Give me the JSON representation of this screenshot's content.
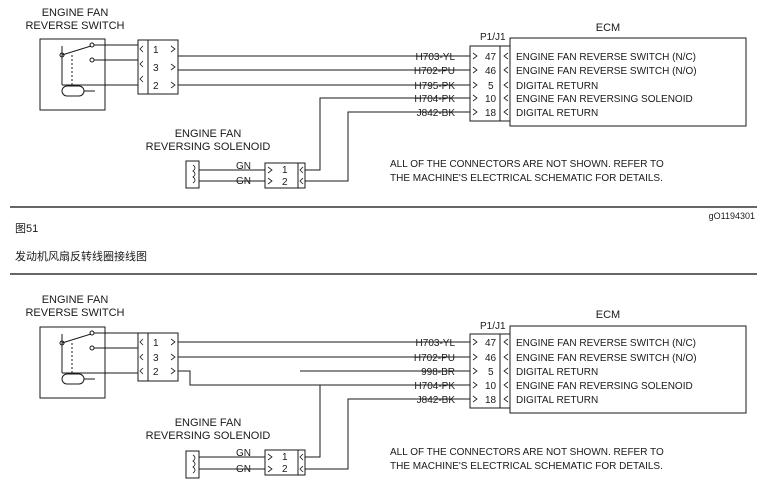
{
  "diagrams": [
    {
      "switch_label_line1": "ENGINE FAN",
      "switch_label_line2": "REVERSE SWITCH",
      "solenoid_label_line1": "ENGINE FAN",
      "solenoid_label_line2": "REVERSING SOLENOID",
      "connector_label": "P1/J1",
      "ecm_label": "ECM",
      "switch_pins": [
        "1",
        "3",
        "2"
      ],
      "solenoid_pins": [
        "1",
        "2"
      ],
      "solenoid_wires": [
        "GN",
        "GN"
      ],
      "ecm_wires": [
        "H703-YL",
        "H702-PU",
        "H795-PK",
        "H704-PK",
        "J842-BK"
      ],
      "ecm_pins": [
        "47",
        "46",
        "5",
        "10",
        "18"
      ],
      "ecm_functions": [
        "ENGINE FAN REVERSE SWITCH (N/C)",
        "ENGINE FAN REVERSE SWITCH (N/O)",
        "DIGITAL RETURN",
        "ENGINE FAN REVERSING SOLENOID",
        "DIGITAL RETURN"
      ],
      "note_line1": "ALL OF THE CONNECTORS ARE NOT SHOWN. REFER TO",
      "note_line2": "THE MACHINE'S ELECTRICAL SCHEMATIC FOR DETAILS."
    },
    {
      "switch_label_line1": "ENGINE FAN",
      "switch_label_line2": "REVERSE SWITCH",
      "solenoid_label_line1": "ENGINE FAN",
      "solenoid_label_line2": "REVERSING SOLENOID",
      "connector_label": "P1/J1",
      "ecm_label": "ECM",
      "switch_pins": [
        "1",
        "3",
        "2"
      ],
      "solenoid_pins": [
        "1",
        "2"
      ],
      "solenoid_wires": [
        "GN",
        "GN"
      ],
      "ecm_wires": [
        "H703-YL",
        "H702-PU",
        "998-BR",
        "H704-PK",
        "J842-BK"
      ],
      "ecm_pins": [
        "47",
        "46",
        "5",
        "10",
        "18"
      ],
      "ecm_functions": [
        "ENGINE FAN REVERSE SWITCH (N/C)",
        "ENGINE FAN REVERSE SWITCH (N/O)",
        "DIGITAL RETURN",
        "ENGINE FAN REVERSING SOLENOID",
        "DIGITAL RETURN"
      ],
      "note_line1": "ALL OF THE CONNECTORS ARE NOT SHOWN. REFER TO",
      "note_line2": "THE MACHINE'S ELECTRICAL SCHEMATIC FOR DETAILS."
    }
  ],
  "figure": {
    "number": "图51",
    "code": "gO1194301",
    "caption": "发动机风扇反转线圈接线图"
  }
}
